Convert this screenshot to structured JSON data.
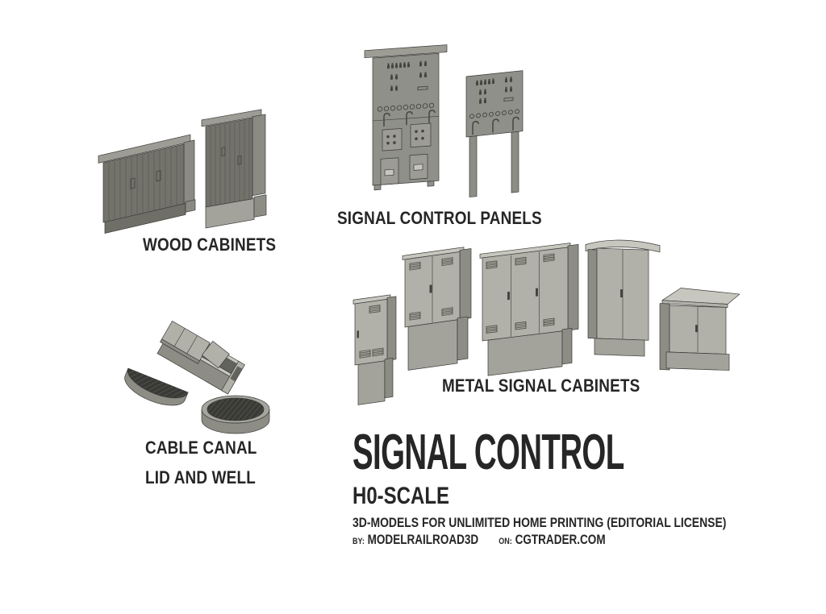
{
  "poster": {
    "background": "#ffffff",
    "text_color": "#262626"
  },
  "sections": {
    "wood_cabinets": {
      "label": "WOOD CABINETS",
      "models": [
        "wood-cabinet-large",
        "wood-cabinet-small"
      ]
    },
    "signal_control_panels": {
      "label": "SIGNAL CONTROL PANELS",
      "models": [
        "signal-panel-large",
        "signal-panel-on-legs"
      ]
    },
    "metal_signal_cabinets": {
      "label": "METAL SIGNAL CABINETS",
      "models": [
        "metal-cabinet-single-door",
        "metal-cabinet-double-door",
        "metal-cabinet-triple-door",
        "metal-cabinet-tall-arched-roof",
        "metal-cabinet-sloped-roof"
      ]
    },
    "cable_canal": {
      "label_line1": "CABLE CANAL",
      "label_line2": "LID AND WELL",
      "models": [
        "cable-canal-channel",
        "cable-canal-half-lid",
        "cable-well-round"
      ]
    }
  },
  "title_block": {
    "title": "SIGNAL CONTROL",
    "scale": "H0-SCALE",
    "license_line": "3D-MODELS FOR UNLIMITED HOME PRINTING (EDITORIAL LICENSE)",
    "by_label": "BY:",
    "author": "MODELRAILROAD3D",
    "on_label": "ON:",
    "site": "CGTRADER.COM"
  },
  "colors": {
    "bg": "#ffffff",
    "text": "#262626",
    "outline": "#3a3a38",
    "metal_front": "#b1b1a9",
    "metal_side": "#8d8d86",
    "metal_top": "#c7c7bf",
    "metal_base": "#a3a39b",
    "wood_front": "#73736c",
    "wood_side": "#8b8b84",
    "wood_roof": "#9d9d95",
    "wood_base": "#6f6f68",
    "panel_face": "#90908a",
    "panel_box": "#9c9c95",
    "detail_dark": "#45453f",
    "trough_inner": "#63635d",
    "well_rim": "#a5a59e"
  }
}
